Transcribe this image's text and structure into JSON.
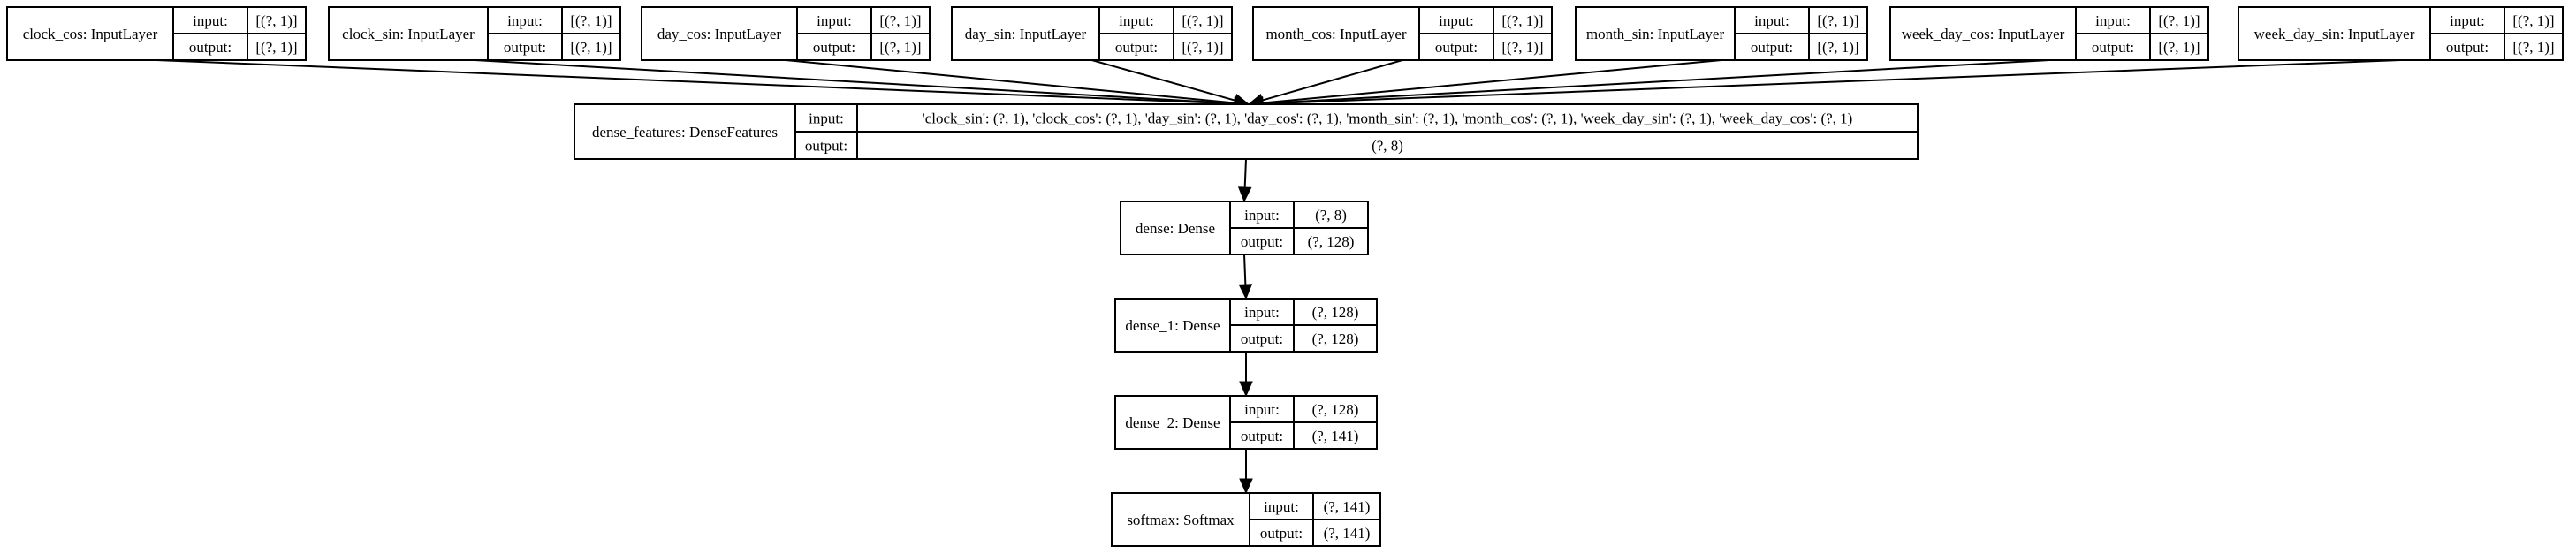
{
  "layers": [
    {
      "id": "clock_cos",
      "title": "clock_cos: InputLayer",
      "input": "[(?, 1)]",
      "output": "[(?, 1)]"
    },
    {
      "id": "clock_sin",
      "title": "clock_sin: InputLayer",
      "input": "[(?, 1)]",
      "output": "[(?, 1)]"
    },
    {
      "id": "day_cos",
      "title": "day_cos: InputLayer",
      "input": "[(?, 1)]",
      "output": "[(?, 1)]"
    },
    {
      "id": "day_sin",
      "title": "day_sin: InputLayer",
      "input": "[(?, 1)]",
      "output": "[(?, 1)]"
    },
    {
      "id": "month_cos",
      "title": "month_cos: InputLayer",
      "input": "[(?, 1)]",
      "output": "[(?, 1)]"
    },
    {
      "id": "month_sin",
      "title": "month_sin: InputLayer",
      "input": "[(?, 1)]",
      "output": "[(?, 1)]"
    },
    {
      "id": "week_day_cos",
      "title": "week_day_cos: InputLayer",
      "input": "[(?, 1)]",
      "output": "[(?, 1)]"
    },
    {
      "id": "week_day_sin",
      "title": "week_day_sin: InputLayer",
      "input": "[(?, 1)]",
      "output": "[(?, 1)]"
    },
    {
      "id": "dense_features",
      "title": "dense_features: DenseFeatures",
      "input": "'clock_sin': (?, 1), 'clock_cos': (?, 1), 'day_sin': (?, 1), 'day_cos': (?, 1), 'month_sin': (?, 1), 'month_cos': (?, 1), 'week_day_sin': (?, 1), 'week_day_cos': (?, 1)",
      "output": "(?, 8)"
    },
    {
      "id": "dense",
      "title": "dense: Dense",
      "input": "(?, 8)",
      "output": "(?, 128)"
    },
    {
      "id": "dense_1",
      "title": "dense_1: Dense",
      "input": "(?, 128)",
      "output": "(?, 128)"
    },
    {
      "id": "dense_2",
      "title": "dense_2: Dense",
      "input": "(?, 128)",
      "output": "(?, 141)"
    },
    {
      "id": "softmax",
      "title": "softmax: Softmax",
      "input": "(?, 141)",
      "output": "(?, 141)"
    }
  ],
  "port_labels": {
    "input": "input:",
    "output": "output:"
  },
  "edges": [
    [
      "clock_cos",
      "dense_features"
    ],
    [
      "clock_sin",
      "dense_features"
    ],
    [
      "day_cos",
      "dense_features"
    ],
    [
      "day_sin",
      "dense_features"
    ],
    [
      "month_cos",
      "dense_features"
    ],
    [
      "month_sin",
      "dense_features"
    ],
    [
      "week_day_cos",
      "dense_features"
    ],
    [
      "week_day_sin",
      "dense_features"
    ],
    [
      "dense_features",
      "dense"
    ],
    [
      "dense",
      "dense_1"
    ],
    [
      "dense_1",
      "dense_2"
    ],
    [
      "dense_2",
      "softmax"
    ]
  ]
}
